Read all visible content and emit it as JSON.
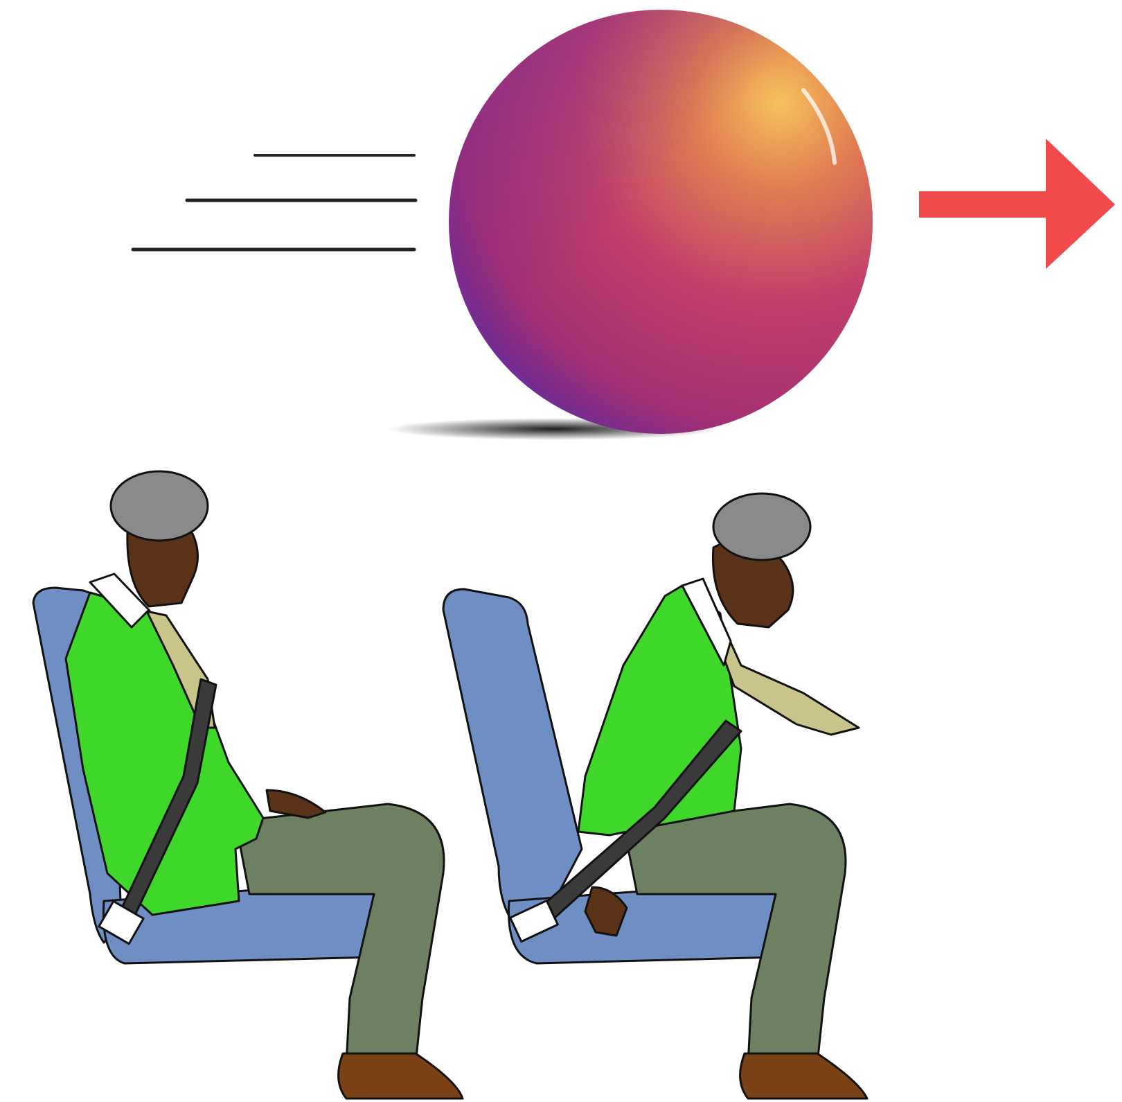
{
  "scene": {
    "ball": {
      "icon": "ball-icon",
      "highlight_color": "#f2a94a",
      "mid_color": "#b8346e",
      "shadow_side_color": "#6a2a9a"
    },
    "motion_lines": {
      "icon": "motion-lines-icon",
      "count": 3,
      "color": "#222222"
    },
    "direction_arrow": {
      "icon": "arrow-right-icon",
      "color": "#f24a4a",
      "direction": "right"
    },
    "passengers": [
      {
        "icon": "seated-passenger-icon",
        "pose": "upright",
        "jacket_color": "#3fd82a",
        "seat_color": "#6f8fc4",
        "trousers_color": "#6e8062",
        "skin_color": "#5a3217",
        "hair_color": "#8a8a8a"
      },
      {
        "icon": "seated-passenger-icon",
        "pose": "leaning-forward",
        "jacket_color": "#3fd82a",
        "seat_color": "#6f8fc4",
        "trousers_color": "#6e8062",
        "skin_color": "#5a3217",
        "hair_color": "#8a8a8a"
      }
    ],
    "tie_color": "#c9c58a",
    "belt_color": "#3a3a3a",
    "shoe_color": "#7a4216"
  }
}
